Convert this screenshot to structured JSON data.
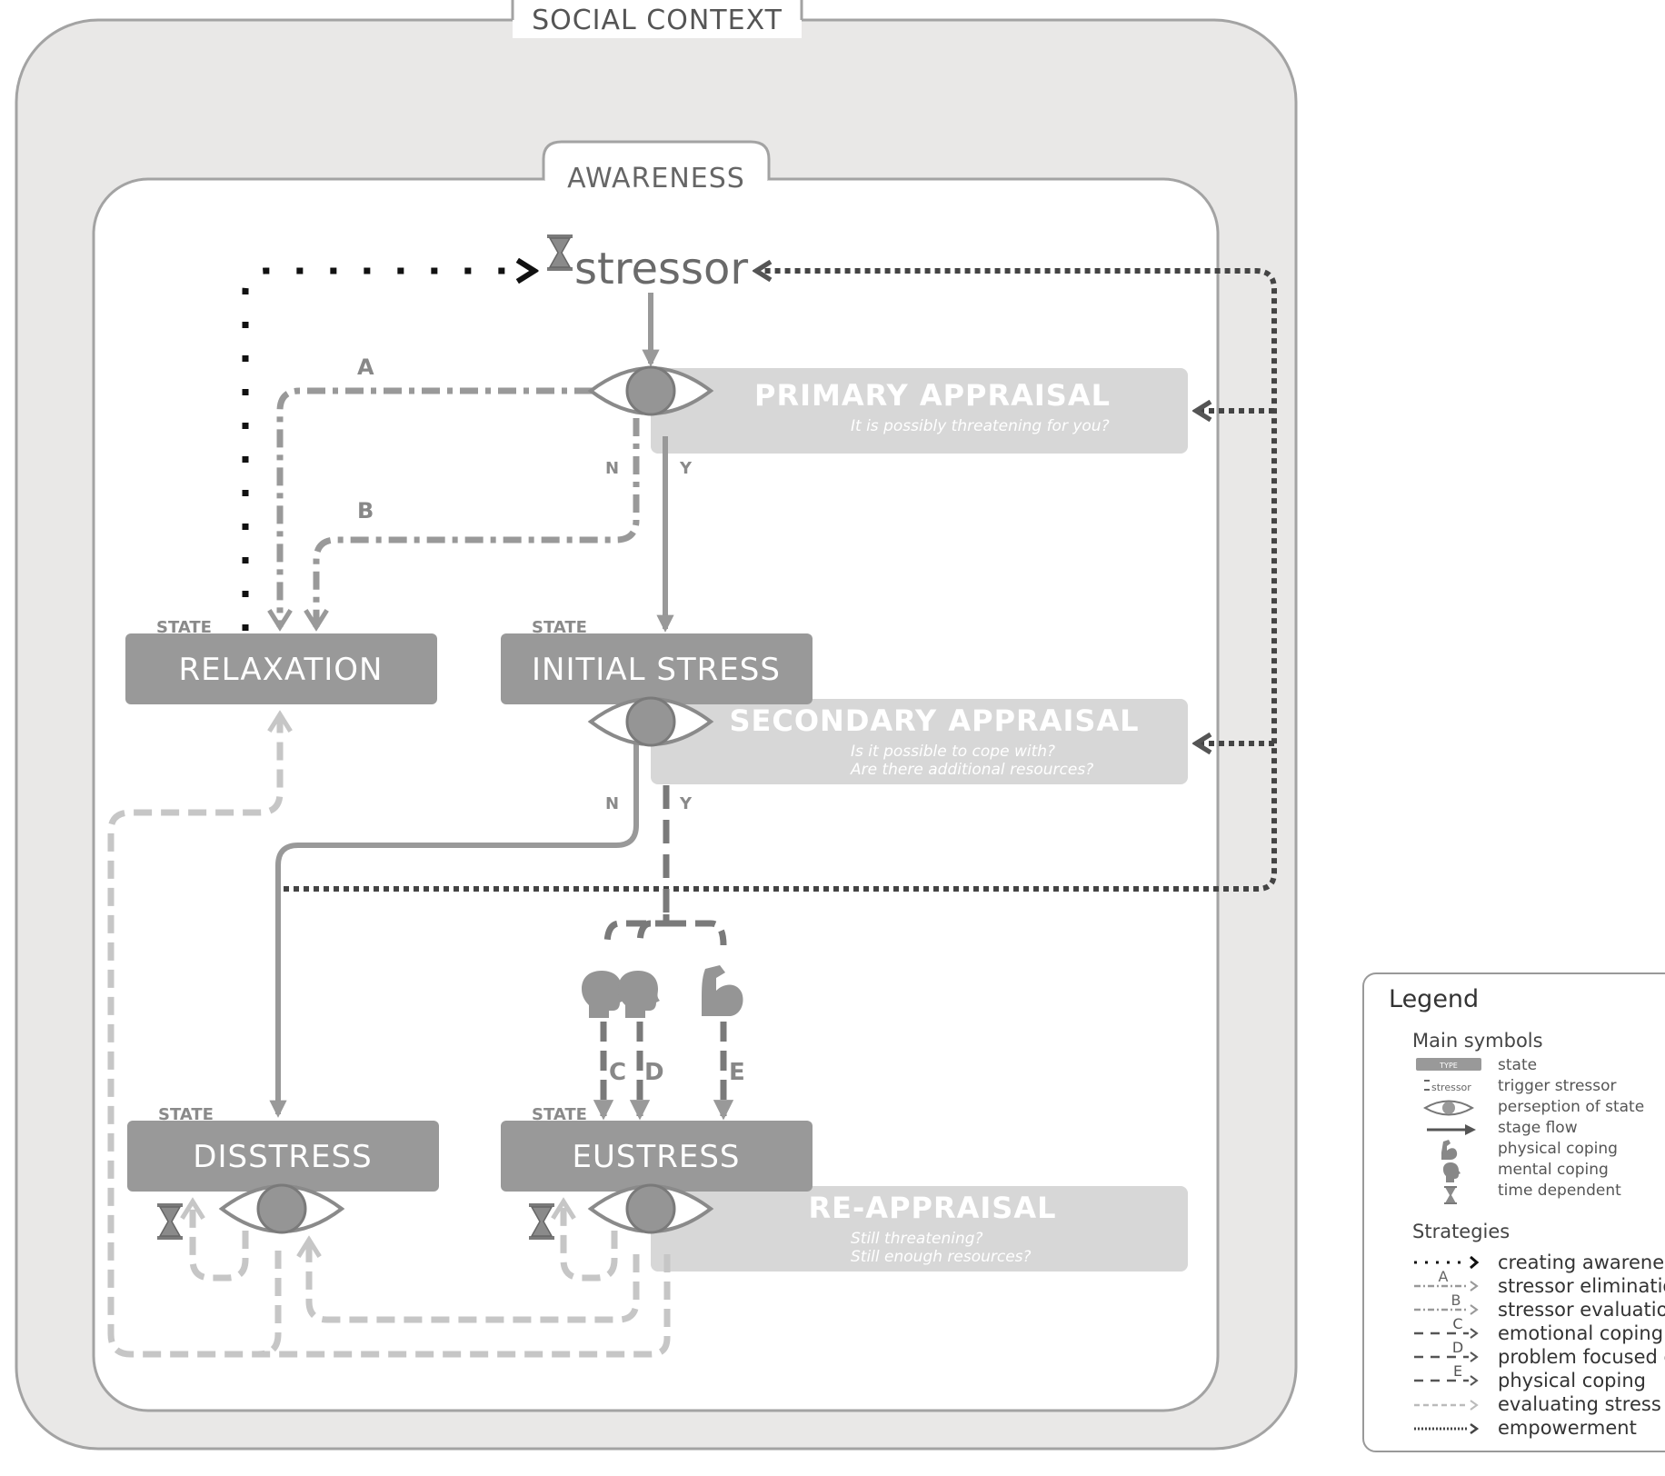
{
  "social_context": {
    "label": "SOCIAL CONTEXT"
  },
  "awareness": {
    "label": "AWARENESS"
  },
  "stressor": {
    "label": "stressor"
  },
  "states": {
    "tag": "STATE",
    "relaxation": "RELAXATION",
    "initial_stress": "INITIAL STRESS",
    "disstress": "DISSTRESS",
    "eustress": "EUSTRESS"
  },
  "appraisals": {
    "primary": {
      "title": "PRIMARY APPRAISAL",
      "questions": [
        "It is possibly threatening for you?"
      ]
    },
    "secondary": {
      "title": "SECONDARY APPRAISAL",
      "questions": [
        "Is it possible to cope with?",
        "Are there additional resources?"
      ]
    },
    "re": {
      "title": "RE-APPRAISAL",
      "questions": [
        "Still threatening?",
        "Still enough resources?"
      ]
    }
  },
  "branches": {
    "no": "N",
    "yes": "Y"
  },
  "strategy_labels": [
    "A",
    "B",
    "C",
    "D",
    "E"
  ],
  "legend": {
    "title": "Legend",
    "main_title": "Main symbols",
    "main_items": [
      "state",
      "trigger stressor",
      "perseption of state",
      "stage flow",
      "physical coping",
      "mental coping",
      "time dependent"
    ],
    "state_icon_text": "TYPE",
    "stressor_icon_text": "stressor",
    "strategies_title": "Strategies",
    "strategies": [
      {
        "letter": "",
        "label": "creating awarenes"
      },
      {
        "letter": "A",
        "label": "stressor eliminatio"
      },
      {
        "letter": "B",
        "label": "stressor evaluation"
      },
      {
        "letter": "C",
        "label": "emotional coping"
      },
      {
        "letter": "D",
        "label": "problem focused c"
      },
      {
        "letter": "E",
        "label": "physical coping"
      },
      {
        "letter": "",
        "label": "evaluating stress s"
      },
      {
        "letter": "",
        "label": "empowerment"
      }
    ]
  },
  "colors": {
    "context_fill": "#e9e8e7",
    "border": "#a3a3a3",
    "state_fill": "#999999",
    "appraisal_fill": "#d7d7d7",
    "flow": "#999999",
    "dark_dots": "#444444",
    "black": "#111111"
  }
}
